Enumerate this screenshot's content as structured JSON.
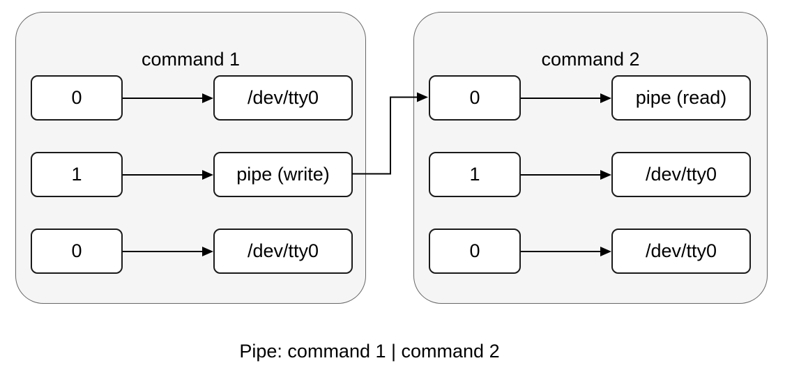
{
  "diagram": {
    "caption": "Pipe: command 1 | command 2",
    "containers": [
      {
        "title": "command 1",
        "rows": [
          {
            "fd": "0",
            "target": "/dev/tty0"
          },
          {
            "fd": "1",
            "target": "pipe (write)"
          },
          {
            "fd": "0",
            "target": "/dev/tty0"
          }
        ]
      },
      {
        "title": "command 2",
        "rows": [
          {
            "fd": "0",
            "target": "pipe (read)"
          },
          {
            "fd": "1",
            "target": "/dev/tty0"
          },
          {
            "fd": "0",
            "target": "/dev/tty0"
          }
        ]
      }
    ],
    "connector": {
      "from": "pipe (write) of command 1",
      "to": "fd 0 of command 2"
    },
    "colors": {
      "canvas-bg": "#ffffff",
      "group-fill": "#f5f5f5",
      "group-stroke": "#666666",
      "node-fill": "#ffffff",
      "node-stroke": "#1a1a1a",
      "line": "#000000",
      "text": "#000000"
    }
  }
}
